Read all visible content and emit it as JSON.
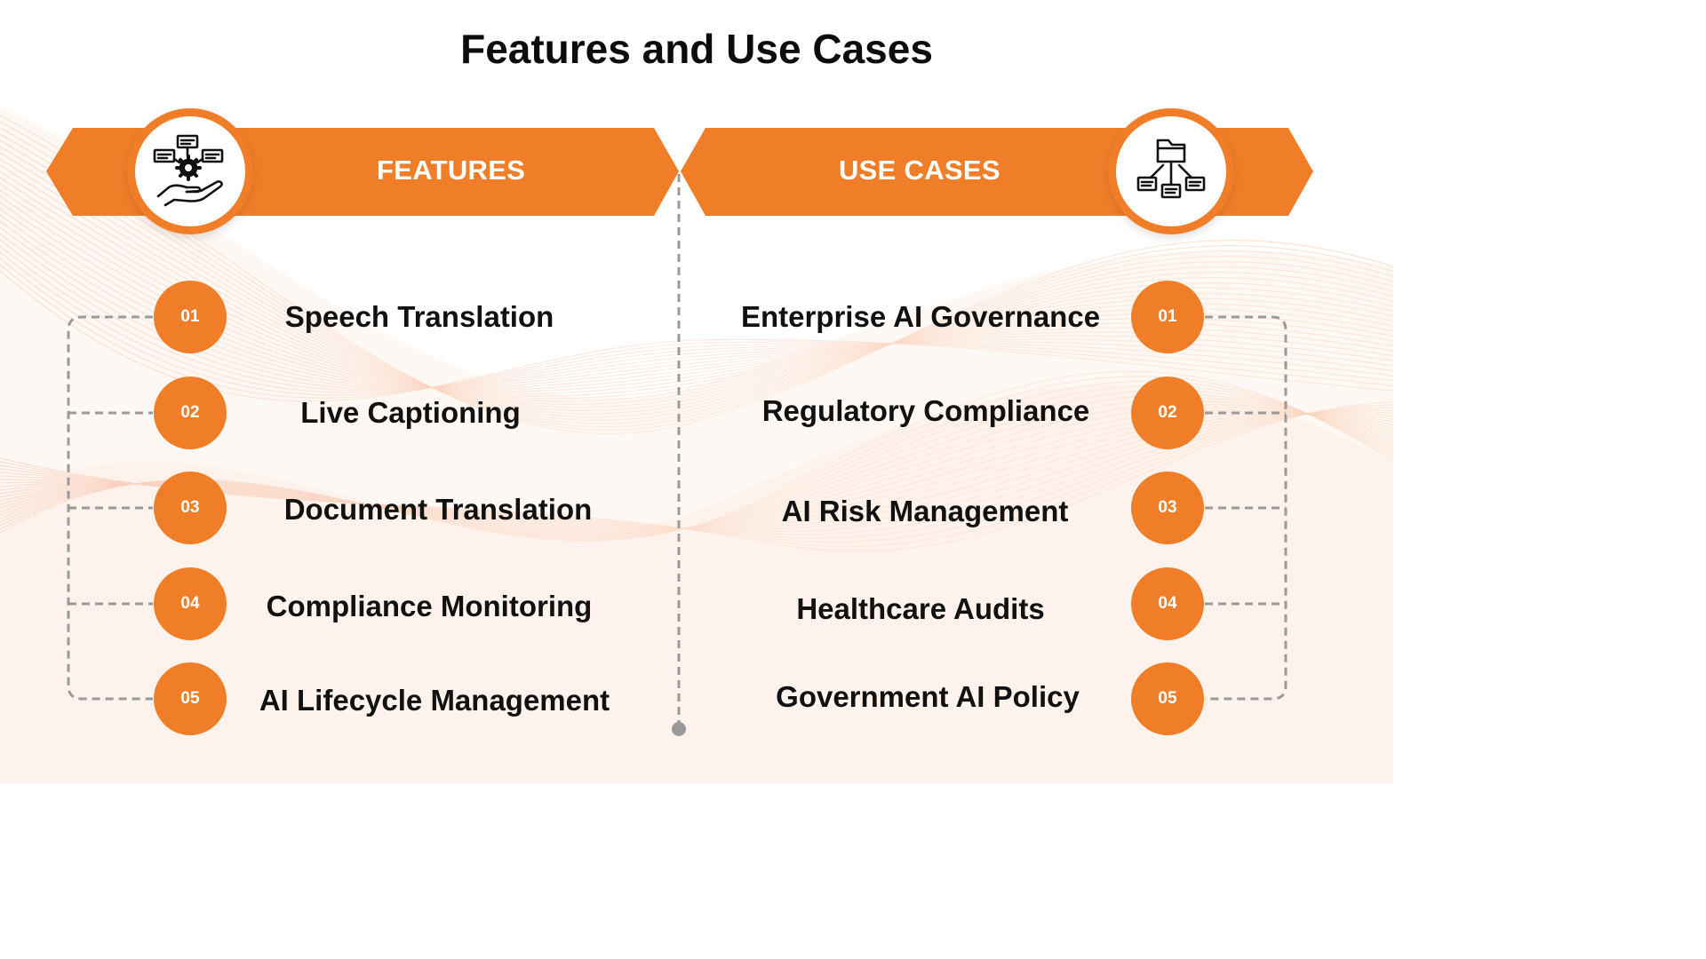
{
  "title": "Features and Use Cases",
  "colors": {
    "accent": "#f07e28",
    "text": "#111111",
    "connector": "#9a9a9a"
  },
  "features": {
    "header": "FEATURES",
    "icon": "hand-gear-network-icon",
    "items": [
      {
        "number": "01",
        "label": "Speech Translation"
      },
      {
        "number": "02",
        "label": "Live Captioning"
      },
      {
        "number": "03",
        "label": "Document Translation"
      },
      {
        "number": "04",
        "label": "Compliance Monitoring"
      },
      {
        "number": "05",
        "label": "AI Lifecycle Management"
      }
    ]
  },
  "use_cases": {
    "header": "USE CASES",
    "icon": "folder-hierarchy-icon",
    "items": [
      {
        "number": "01",
        "label": "Enterprise AI Governance"
      },
      {
        "number": "02",
        "label": "Regulatory Compliance"
      },
      {
        "number": "03",
        "label": "AI Risk Management"
      },
      {
        "number": "04",
        "label": "Healthcare Audits"
      },
      {
        "number": "05",
        "label": "Government AI Policy"
      }
    ]
  }
}
